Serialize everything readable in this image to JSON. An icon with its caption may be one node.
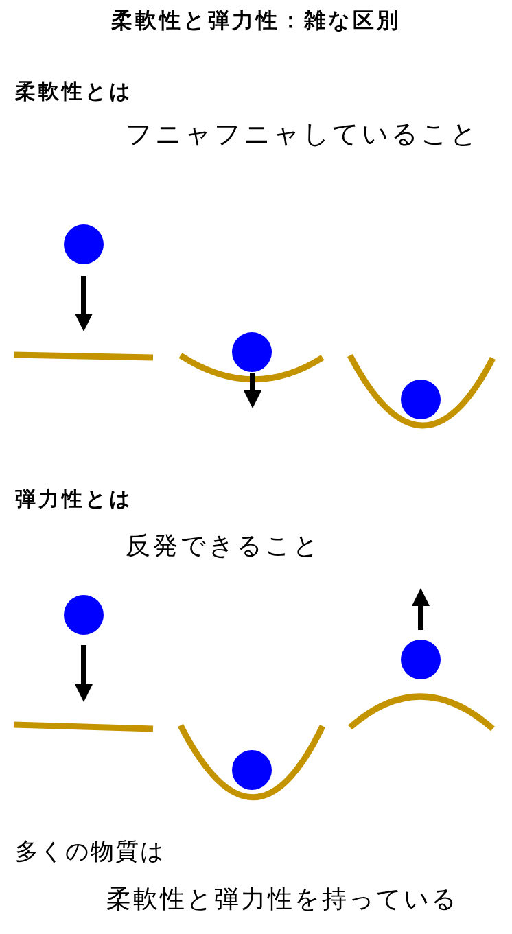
{
  "diagram": {
    "title": "柔軟性と弾力性：雑な区別",
    "labels": [
      "柔軟性とは",
      "フニャフニャしていること",
      "弾力性とは",
      "反発できること",
      "多くの物質は",
      "柔軟性と弾力性を持っている"
    ]
  }
}
